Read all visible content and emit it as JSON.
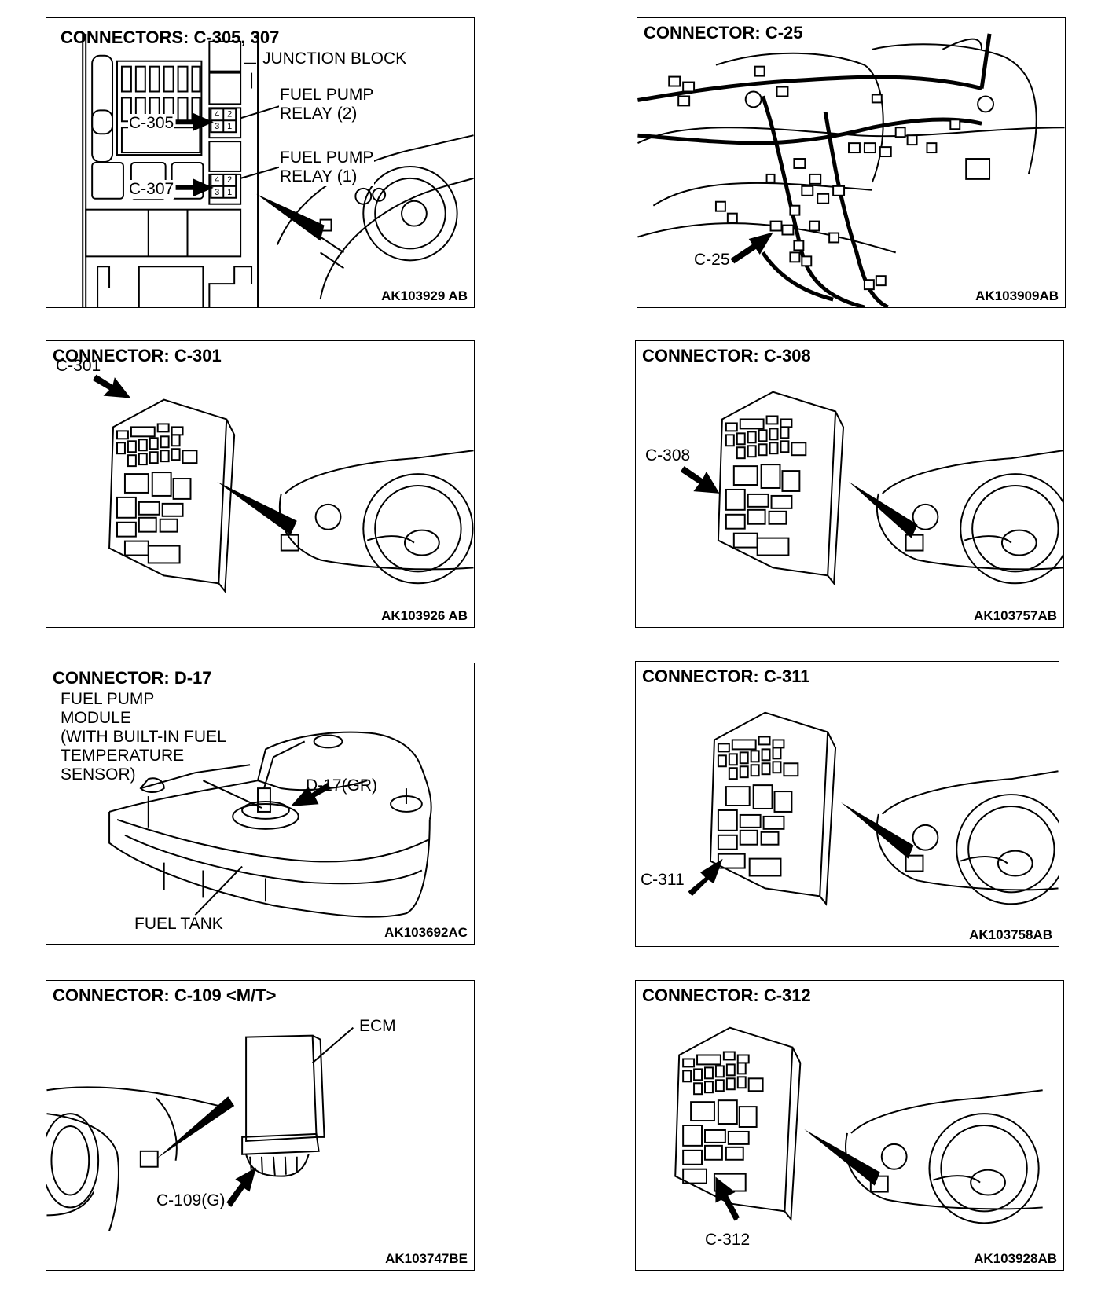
{
  "panels": [
    {
      "title": "CONNECTORS: C-305, 307",
      "code": "AK103929 AB",
      "labels": {
        "junction_block": "JUNCTION BLOCK",
        "relay2": "FUEL PUMP\nRELAY (2)",
        "relay1": "FUEL PUMP\nRELAY (1)",
        "c305": "C-305",
        "c307": "C-307"
      },
      "pins": [
        "2",
        "1",
        "4",
        "3"
      ]
    },
    {
      "title": "CONNECTOR: C-25",
      "code": "AK103909AB",
      "labels": {
        "c25": "C-25"
      }
    },
    {
      "title": "CONNECTOR: C-301",
      "code": "AK103926 AB",
      "labels": {
        "c301": "C-301"
      }
    },
    {
      "title": "CONNECTOR: C-308",
      "code": "AK103757AB",
      "labels": {
        "c308": "C-308"
      }
    },
    {
      "title": "CONNECTOR: D-17",
      "code": "AK103692AC",
      "labels": {
        "module": "FUEL PUMP\nMODULE\n(WITH BUILT-IN FUEL\nTEMPERATURE\nSENSOR)",
        "d17": "D-17(GR)",
        "tank": "FUEL TANK"
      }
    },
    {
      "title": "CONNECTOR: C-311",
      "code": "AK103758AB",
      "labels": {
        "c311": "C-311"
      }
    },
    {
      "title": "CONNECTOR: C-109 <M/T>",
      "code": "AK103747BE",
      "labels": {
        "ecm": "ECM",
        "c109": "C-109(G)"
      }
    },
    {
      "title": "CONNECTOR: C-312",
      "code": "AK103928AB",
      "labels": {
        "c312": "C-312"
      }
    }
  ]
}
